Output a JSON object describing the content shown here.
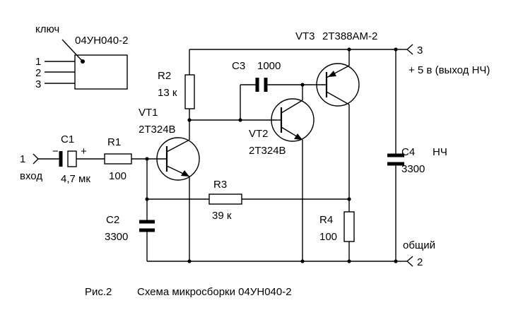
{
  "package": {
    "key_label": "ключ",
    "part_number": "04УН040-2",
    "pins": [
      "1",
      "2",
      "3"
    ]
  },
  "components": {
    "vt3": {
      "ref": "VT3",
      "value": "2Т388АМ-2"
    },
    "vt1": {
      "ref": "VT1",
      "value": "2Т324В"
    },
    "vt2": {
      "ref": "VT2",
      "value": "2Т324В"
    },
    "r2": {
      "ref": "R2",
      "value": "13 к"
    },
    "c3": {
      "ref": "C3",
      "value": "1000"
    },
    "c1": {
      "ref": "C1",
      "value": "4,7 мк",
      "minus": "−",
      "plus": "+"
    },
    "r1": {
      "ref": "R1",
      "value": "100"
    },
    "c2": {
      "ref": "C2",
      "value": "3300"
    },
    "r3": {
      "ref": "R3",
      "value": "39 к"
    },
    "r4": {
      "ref": "R4",
      "value": "100"
    },
    "c4": {
      "ref": "C4",
      "value": "3300",
      "note": "НЧ"
    }
  },
  "terminals": {
    "t1": {
      "number": "1",
      "label": "вход"
    },
    "t3": {
      "number": "3",
      "label": "+ 5 в (выход НЧ)"
    },
    "t2": {
      "number": "2",
      "label": "общий"
    }
  },
  "caption": {
    "figure": "Рис.2",
    "text": "Схема микросборки 04УН040-2"
  }
}
